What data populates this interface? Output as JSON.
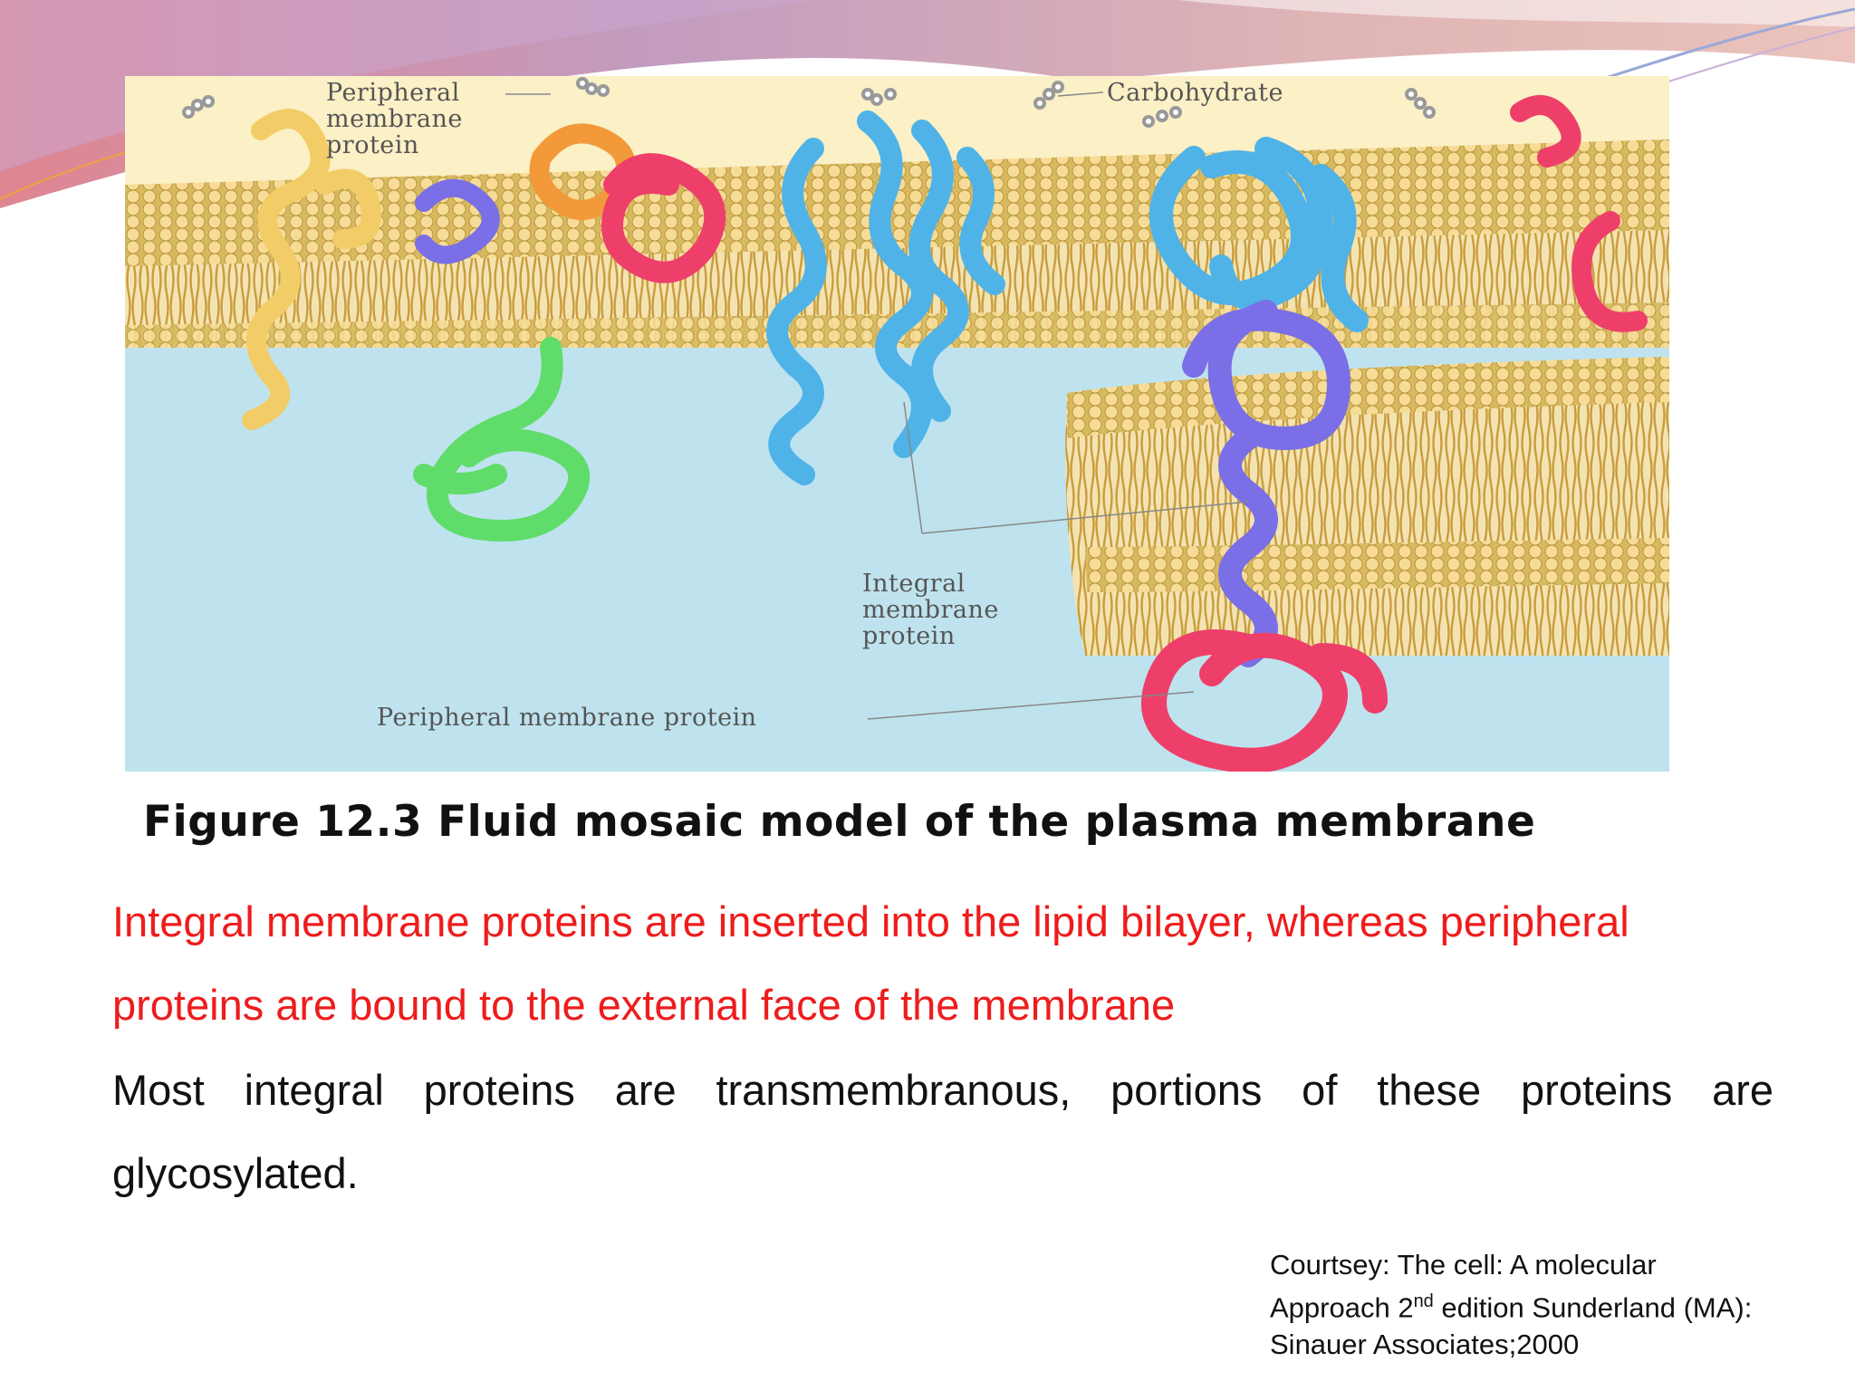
{
  "figure": {
    "labels": {
      "peripheral_top": "Peripheral\nmembrane\nprotein",
      "carbohydrate": "Carbohydrate",
      "integral": "Integral\nmembrane\nprotein",
      "peripheral_bottom": "Peripheral membrane protein"
    }
  },
  "caption": "Figure 12.3  Fluid mosaic model of the plasma membrane",
  "paragraphs": {
    "red": "Integral membrane proteins are inserted into the lipid bilayer, whereas peripheral proteins are bound to the external face of the membrane",
    "black": "Most integral proteins are transmembranous, portions of these proteins are glycosylated."
  },
  "credit": {
    "line1": "Courtsey: The cell: A molecular",
    "line2_a": "Approach 2",
    "line2_sup": "nd",
    "line2_b": " edition Sunderland (MA):",
    "line3": "Sinauer Associates;2000"
  },
  "colors": {
    "red_text": "#ee1c1c",
    "cytoplasm": "#bfe3ee",
    "lipid": "#f2d690",
    "integral_protein": "#4fb3e8",
    "purple_protein": "#7a6fe6",
    "pink_protein": "#ee3f6a",
    "green_protein": "#5fdc6a",
    "yellow_protein": "#f2cc66",
    "orange_protein": "#f29a3a"
  }
}
